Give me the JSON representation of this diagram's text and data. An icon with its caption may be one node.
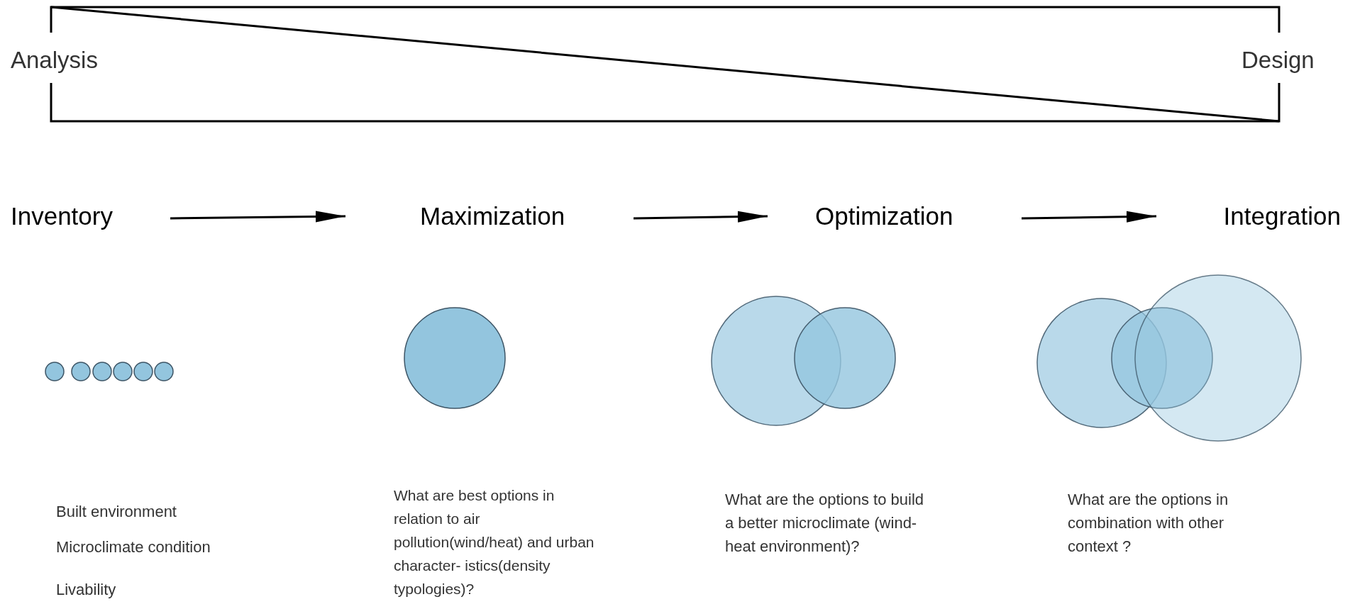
{
  "diagram": {
    "nodes": [
      {
        "text": [
          "Inventory"
        ]
      },
      {
        "text": [
          "Maximization"
        ]
      },
      {
        "text": [
          "Optimization"
        ]
      },
      {
        "text": [
          "Integration"
        ]
      }
    ],
    "edges": [
      {
        "from": 0,
        "to": 1,
        "arrow": "to"
      },
      {
        "from": 1,
        "to": 2,
        "arrow": "to"
      },
      {
        "from": 2,
        "to": 3,
        "arrow": "to"
      }
    ],
    "labels": [
      "Analysis",
      "Design",
      "Built environment",
      "Microclimate condition",
      "Livability",
      "What are best options in relation to air pollution(wind/heat) and urban character- istics(density typologies)?",
      "What are the options to build a better microclimate (wind-heat environment)?",
      "What are the options in combination with other context ?"
    ]
  }
}
